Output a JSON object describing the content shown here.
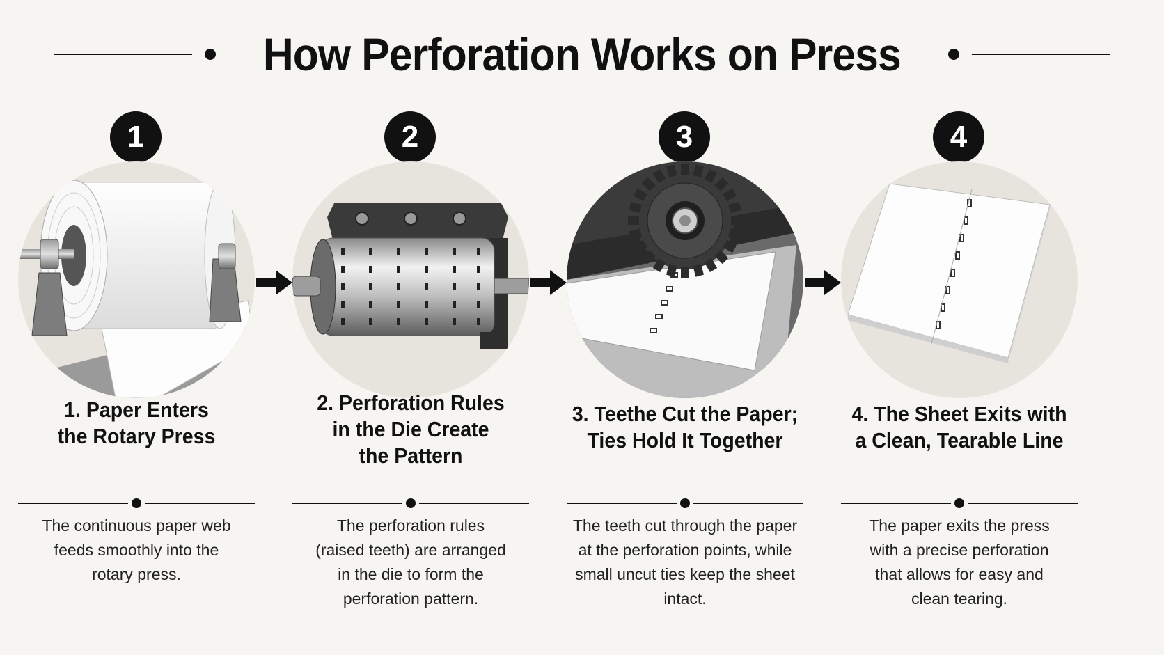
{
  "title": "How Perforation Works on Press",
  "steps": [
    {
      "number": "1",
      "title_lines": [
        "1. Paper Enters",
        "the Rotary Press"
      ],
      "description_lines": [
        "The continuous paper web",
        "feeds smoothly into the",
        "rotary press."
      ]
    },
    {
      "number": "2",
      "title_lines": [
        "2. Perforation Rules",
        "in the Die Create",
        "the Pattern"
      ],
      "description_lines": [
        "The perforation rules",
        "(raised teeth) are arranged",
        "in the die to form the",
        "perforation pattern."
      ]
    },
    {
      "number": "3",
      "title_lines": [
        "3. Teethe Cut the Paper;",
        "Ties Hold It Together"
      ],
      "description_lines": [
        "The teeth cut through the paper",
        "at the perforation points, while",
        "small uncut ties keep the sheet",
        "intact."
      ]
    },
    {
      "number": "4",
      "title_lines": [
        "4. The Sheet Exits with",
        "a Clean, Tearable Line"
      ],
      "description_lines": [
        "The paper exits the press",
        "with a precise perforation",
        "that allows for easy and",
        "clean tearing."
      ]
    }
  ],
  "icons": [
    "paper-roll-icon",
    "perforation-die-cylinder-icon",
    "toothed-wheel-cutting-icon",
    "perforated-sheet-icon",
    "arrow-right-icon"
  ]
}
